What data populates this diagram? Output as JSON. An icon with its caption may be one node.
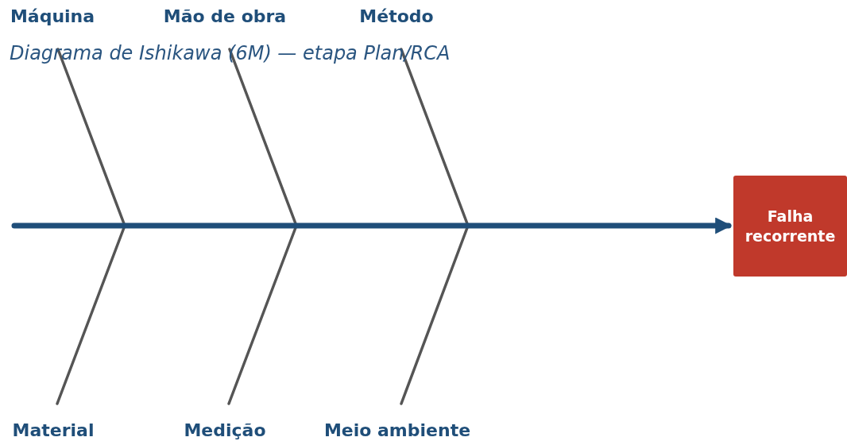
{
  "diagram": {
    "title": "Diagrama de Ishikawa (6M) — etapa Plan/RCA",
    "nodes": [
      {
        "text": [
          "Máquina"
        ]
      },
      {
        "text": [
          "Mão de obra"
        ]
      },
      {
        "text": [
          "Método"
        ]
      },
      {
        "text": [
          "Falha recorrente"
        ]
      },
      {
        "text": [
          "Material"
        ]
      },
      {
        "text": [
          "Medição"
        ]
      },
      {
        "text": [
          "Meio ambiente"
        ]
      }
    ],
    "edges": [
      {
        "from": 0,
        "to": null,
        "arrow": "none"
      },
      {
        "from": 1,
        "to": null,
        "arrow": "none"
      },
      {
        "from": 2,
        "to": null,
        "arrow": "none"
      },
      {
        "from": 4,
        "to": null,
        "arrow": "none"
      },
      {
        "from": 5,
        "to": null,
        "arrow": "none"
      },
      {
        "from": 6,
        "to": null,
        "arrow": "none"
      },
      {
        "from": null,
        "to": 3,
        "arrow": "to",
        "style": "thick",
        "color": "#1f4e79"
      }
    ]
  }
}
